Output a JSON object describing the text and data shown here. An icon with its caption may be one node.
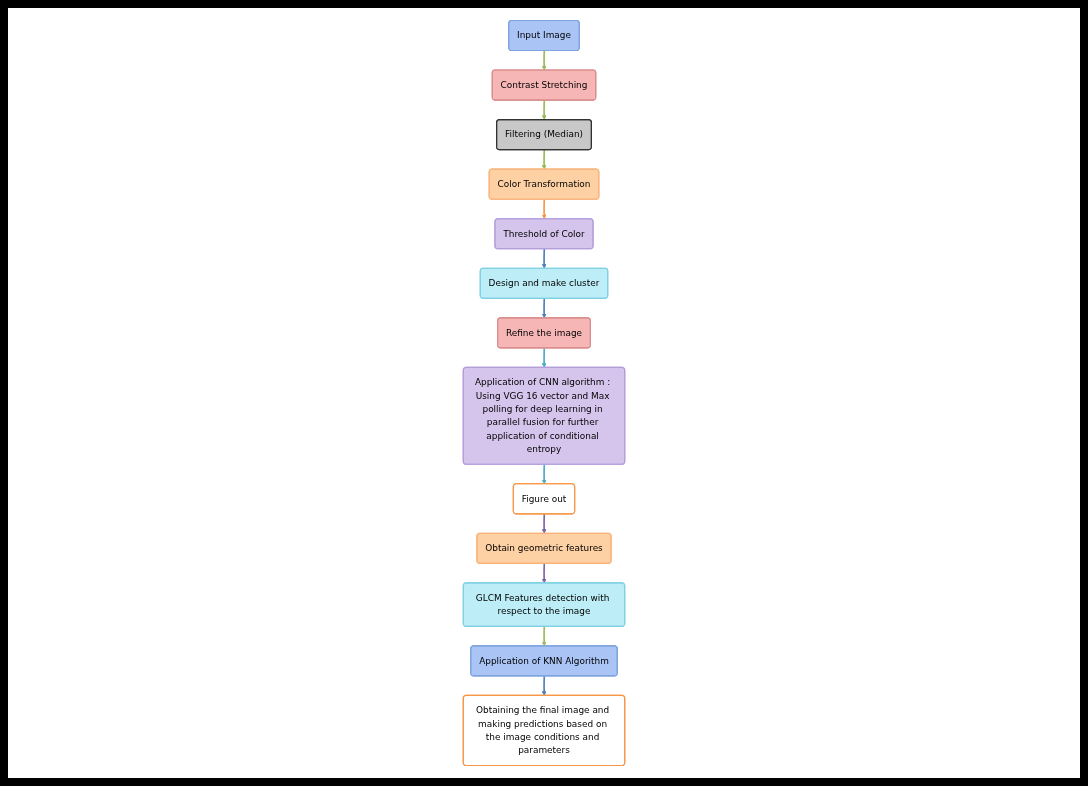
{
  "diagram": {
    "nodes": [
      {
        "text": [
          "Input Image"
        ]
      },
      {
        "text": [
          "Contrast Stretching"
        ]
      },
      {
        "text": [
          "Filtering (Median)"
        ]
      },
      {
        "text": [
          "Color Transformation"
        ]
      },
      {
        "text": [
          "Threshold of Color"
        ]
      },
      {
        "text": [
          "Design and make cluster"
        ]
      },
      {
        "text": [
          "Refine the image"
        ]
      },
      {
        "text": [
          "Application of CNN algorithm : Using VGG 16 vector and Max polling for deep learning in parallel fusion for further application of conditional entropy"
        ]
      },
      {
        "text": [
          "Figure out"
        ]
      },
      {
        "text": [
          "Obtain geometric features"
        ]
      },
      {
        "text": [
          "GLCM Features detection with respect to the image"
        ]
      },
      {
        "text": [
          "Application of KNN Algorithm"
        ]
      },
      {
        "text": [
          "Obtaining the final image and making predictions based on the image conditions and parameters"
        ]
      }
    ],
    "edges": [
      {
        "from": 0,
        "to": 1,
        "arrow": "to"
      },
      {
        "from": 1,
        "to": 2,
        "arrow": "to"
      },
      {
        "from": 2,
        "to": 3,
        "arrow": "to"
      },
      {
        "from": 3,
        "to": 4,
        "arrow": "to",
        "color": "#f79646"
      },
      {
        "from": 4,
        "to": 5,
        "arrow": "to",
        "color": "#4f81bd"
      },
      {
        "from": 5,
        "to": 6,
        "arrow": "to",
        "color": "#4f81bd"
      },
      {
        "from": 6,
        "to": 7,
        "arrow": "to",
        "color": "#4bacc6"
      },
      {
        "from": 7,
        "to": 8,
        "arrow": "to",
        "color": "#4bacc6"
      },
      {
        "from": 8,
        "to": 9,
        "arrow": "to",
        "color": "#8064a2"
      },
      {
        "from": 9,
        "to": 10,
        "arrow": "to",
        "color": "#8064a2"
      },
      {
        "from": 10,
        "to": 11,
        "arrow": "to"
      },
      {
        "from": 11,
        "to": 12,
        "arrow": "to",
        "color": "#4f81bd"
      }
    ]
  }
}
